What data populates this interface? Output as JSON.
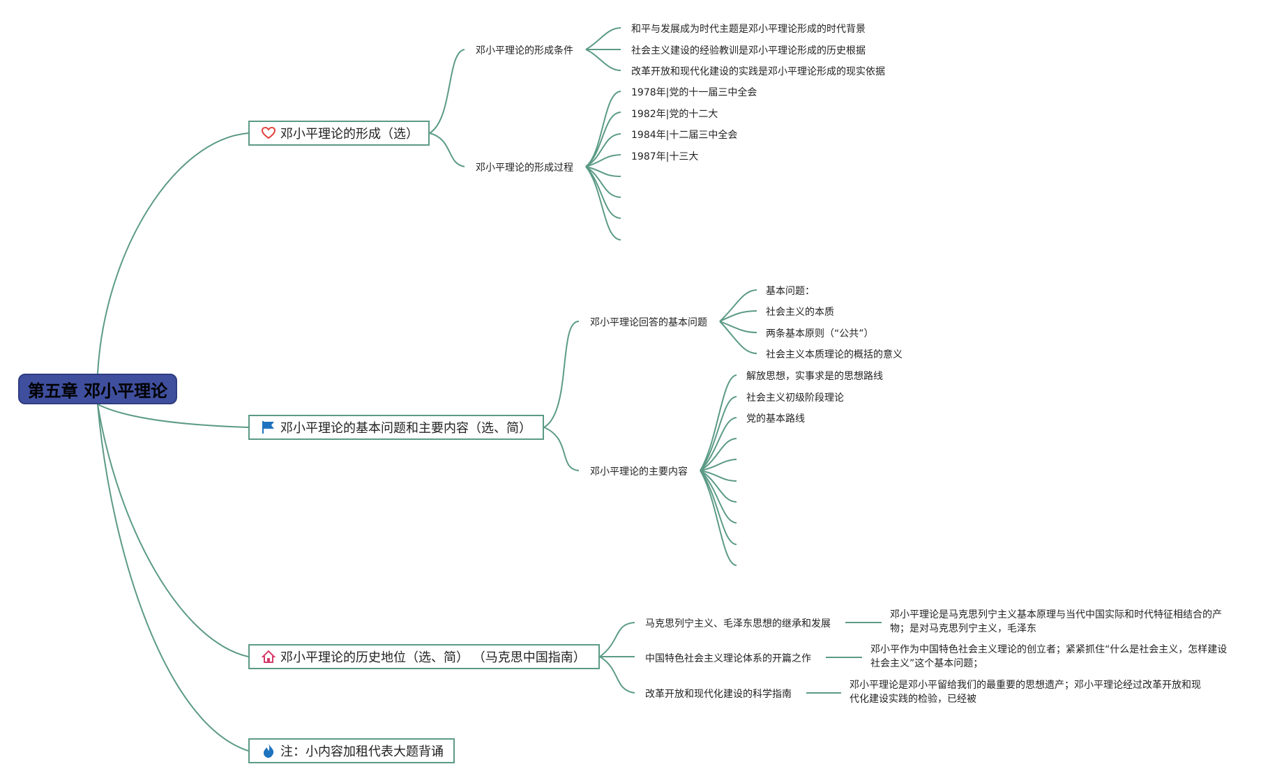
{
  "root": {
    "title": "第五章 邓小平理论"
  },
  "branches": [
    {
      "label": "邓小平理论的形成（选）",
      "icon": "heart-icon"
    },
    {
      "label": "邓小平理论的基本问题和主要内容（选、简）",
      "icon": "flag-icon"
    },
    {
      "label": "邓小平理论的历史地位（选、简）  （马克思中国指南）",
      "icon": "home-icon"
    },
    {
      "label": "注：小内容加租代表大题背诵",
      "icon": "flame-icon"
    }
  ],
  "formation": {
    "conditions": {
      "label": "邓小平理论的形成条件",
      "items": [
        "和平与发展成为时代主题是邓小平理论形成的时代背景",
        "社会主义建设的经验教训是邓小平理论形成的历史根据",
        "改革开放和现代化建设的实践是邓小平理论形成的现实依据"
      ]
    },
    "process": {
      "label": "邓小平理论的形成过程",
      "items": [
        "1978年|党的十一届三中全会",
        "1982年|党的十二大",
        "1984年|十二届三中全会",
        "1987年|十三大"
      ]
    }
  },
  "basic": {
    "questions": {
      "label": "邓小平理论回答的基本问题",
      "items": [
        "基本问题：",
        "社会主义的本质",
        "两条基本原则（“公共”）",
        "社会主义本质理论的概括的意义"
      ]
    },
    "content": {
      "label": "邓小平理论的主要内容",
      "items": [
        "解放思想，实事求是的思想路线",
        "社会主义初级阶段理论",
        "党的基本路线"
      ]
    }
  },
  "history": {
    "items": [
      {
        "label": "马克思列宁主义、毛泽东思想的继承和发展",
        "note": "邓小平理论是马克思列宁主义基本原理与当代中国实际和时代特征相结合的产物；是对马克思列宁主义，毛泽东"
      },
      {
        "label": "中国特色社会主义理论体系的开篇之作",
        "note": "邓小平作为中国特色社会主义理论的创立者；紧紧抓住“什么是社会主义，怎样建设社会主义”这个基本问题；"
      },
      {
        "label": "改革开放和现代化建设的科学指南",
        "note": "邓小平理论是邓小平留给我们的最重要的思想遗产；邓小平理论经过改革开放和现代化建设实践的检验，已经被"
      }
    ]
  },
  "colors": {
    "line": "#5b9a86",
    "root_fill": "#3f4f9e",
    "heart": "#e0443c",
    "flag": "#1e73be",
    "home": "#d63a6a",
    "flame": "#1e73be"
  }
}
